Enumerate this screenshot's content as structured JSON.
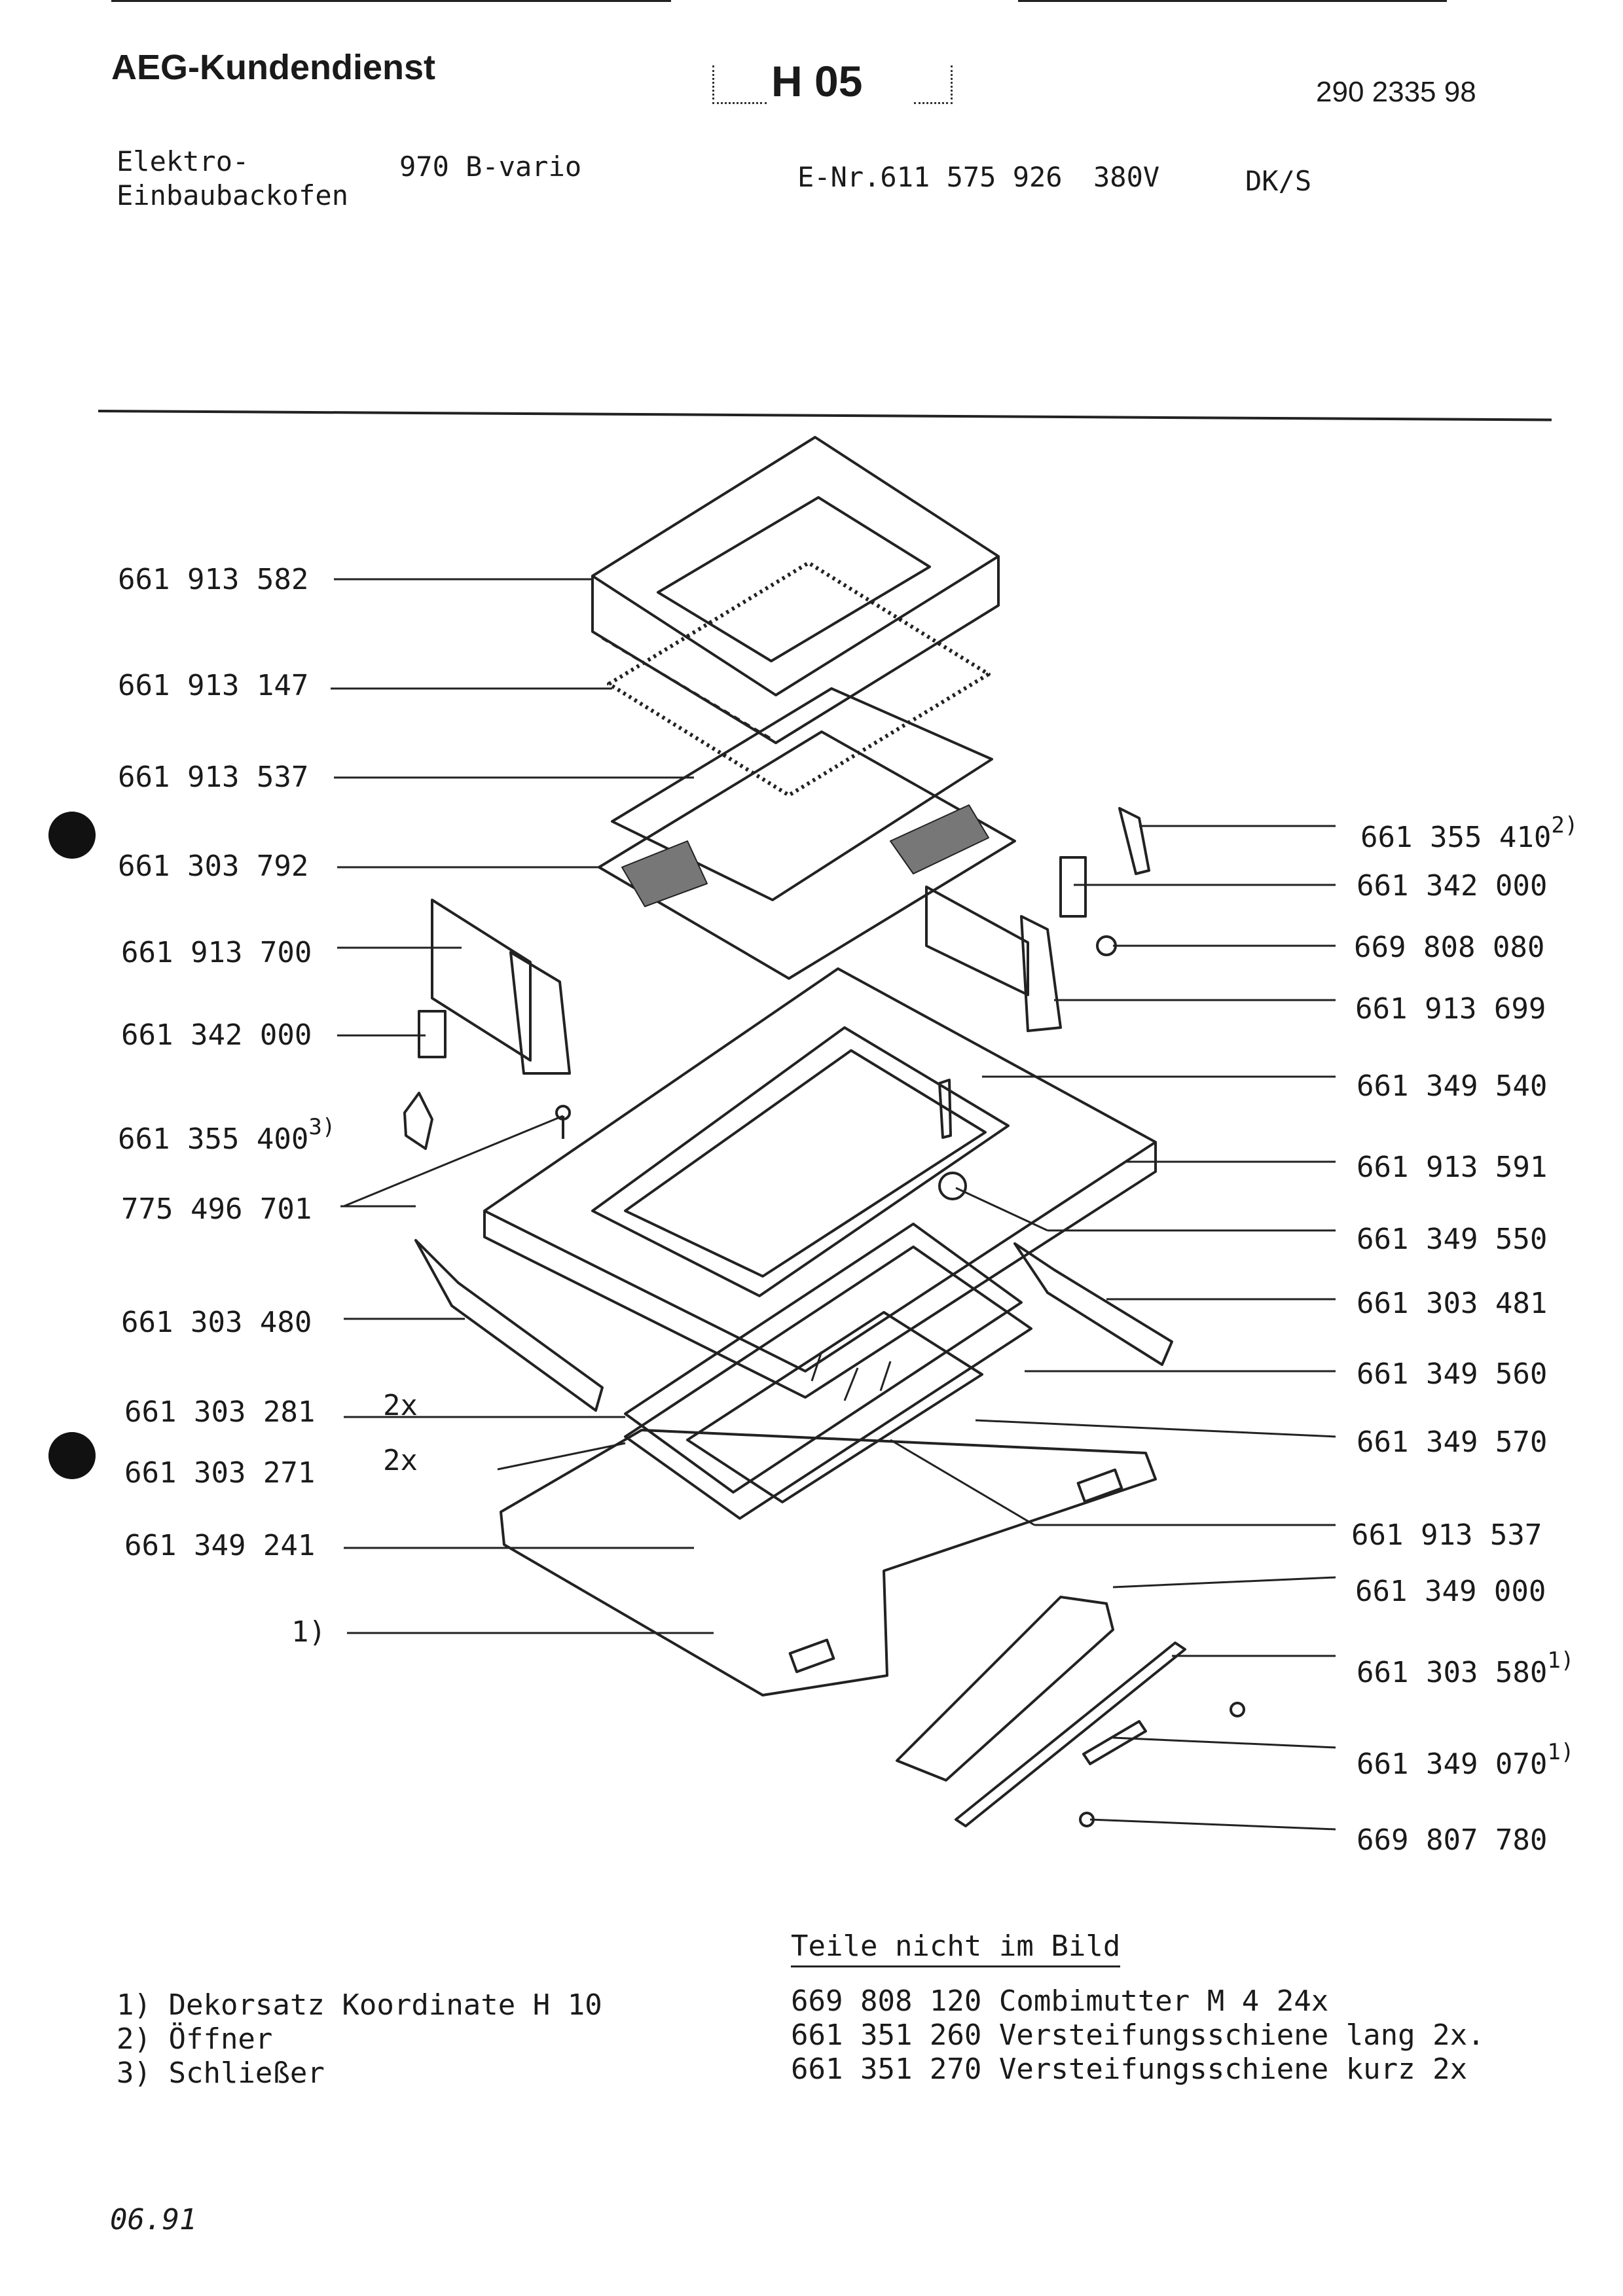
{
  "header": {
    "brand": "AEG-Kundendienst",
    "sheet_code": "H 05",
    "doc_number": "290 2335 98",
    "product_line1": "Elektro-",
    "product_line2": "Einbaubackofen",
    "model": "970 B-vario",
    "e_nr": "E-Nr.611 575 926",
    "voltage": "380V",
    "variant": "DK/S"
  },
  "parts_left": [
    {
      "number": "661 913 582",
      "mark": ""
    },
    {
      "number": "661 913 147",
      "mark": ""
    },
    {
      "number": "661 913 537",
      "mark": ""
    },
    {
      "number": "661 303 792",
      "mark": ""
    },
    {
      "number": "661 913 700",
      "mark": ""
    },
    {
      "number": "661 342 000",
      "mark": ""
    },
    {
      "number": "661 355 400",
      "mark": "3)"
    },
    {
      "number": "775 496 701",
      "mark": ""
    },
    {
      "number": "661 303 480",
      "mark": ""
    },
    {
      "number": "661 303 281",
      "mark": ""
    },
    {
      "number": "661 303 271",
      "mark": ""
    },
    {
      "number": "661 349 241",
      "mark": ""
    },
    {
      "number": "1)",
      "mark": ""
    }
  ],
  "parts_right": [
    {
      "number": "661 355 410",
      "mark": "2)"
    },
    {
      "number": "661 342 000",
      "mark": ""
    },
    {
      "number": "669 808 080",
      "mark": ""
    },
    {
      "number": "661 913 699",
      "mark": ""
    },
    {
      "number": "661 349 540",
      "mark": ""
    },
    {
      "number": "661 913 591",
      "mark": ""
    },
    {
      "number": "661 349 550",
      "mark": ""
    },
    {
      "number": "661 303 481",
      "mark": ""
    },
    {
      "number": "661 349 560",
      "mark": ""
    },
    {
      "number": "661 349 570",
      "mark": ""
    },
    {
      "number": "661 913 537",
      "mark": ""
    },
    {
      "number": "661 349 000",
      "mark": ""
    },
    {
      "number": "661 303 580",
      "mark": "1)"
    },
    {
      "number": "661 349 070",
      "mark": "1)"
    },
    {
      "number": "669 807 780",
      "mark": ""
    }
  ],
  "quantity_marks": {
    "q1": "2x",
    "q2": "2x"
  },
  "footnotes": [
    "1) Dekorsatz Koordinate H 10",
    "2) Öffner",
    "3) Schließer"
  ],
  "not_shown": {
    "heading": "Teile nicht im Bild",
    "items": [
      "669 808 120 Combimutter M 4 24x",
      "661 351 260 Versteifungsschiene lang 2x.",
      "661 351 270 Versteifungsschiene kurz 2x"
    ]
  },
  "date": "06.91",
  "colors": {
    "ink": "#1a1a1a",
    "paper": "#ffffff"
  }
}
